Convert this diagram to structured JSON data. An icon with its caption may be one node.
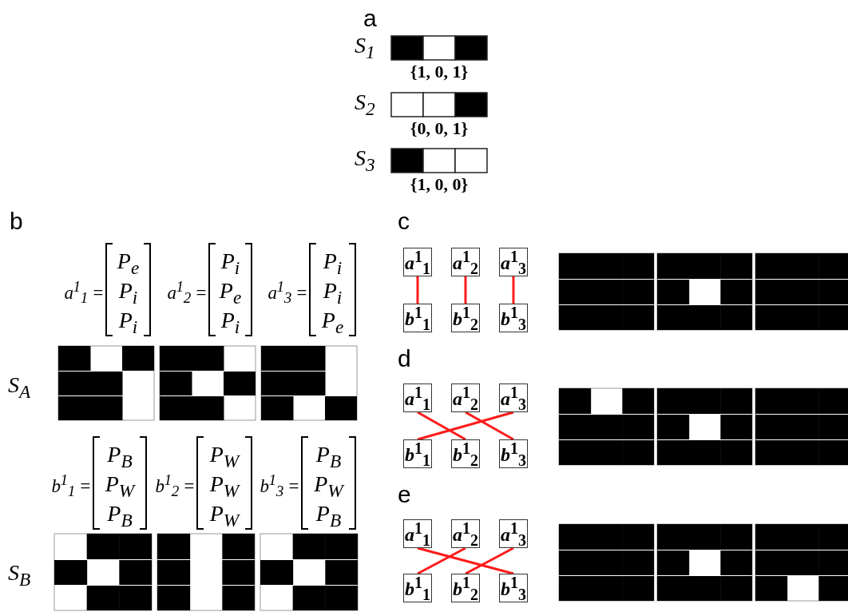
{
  "diagram": {
    "nodes": [
      {
        "text": [
          "*a*$^{1}$$_{1}$"
        ]
      },
      {
        "text": [
          "*a*$^{1}$$_{2}$"
        ]
      },
      {
        "text": [
          "*a*$^{1}$$_{3}$"
        ]
      },
      {
        "text": [
          "*b*$^{1}$$_{1}$"
        ]
      },
      {
        "text": [
          "*b*$^{1}$$_{2}$"
        ]
      },
      {
        "text": [
          "*b*$^{1}$$_{3}$"
        ]
      },
      {
        "text": [
          "*a*$^{1}$$_{1}$"
        ]
      },
      {
        "text": [
          "*a*$^{1}$$_{2}$"
        ]
      },
      {
        "text": [
          "*a*$^{1}$$_{3}$"
        ]
      },
      {
        "text": [
          "*b*$^{1}$$_{1}$"
        ]
      },
      {
        "text": [
          "*b*$^{1}$$_{2}$"
        ]
      },
      {
        "text": [
          "*b*$^{1}$$_{3}$"
        ]
      },
      {
        "text": [
          "*a*$^{1}$$_{1}$"
        ]
      },
      {
        "text": [
          "*a*$^{1}$$_{2}$"
        ]
      },
      {
        "text": [
          "*a*$^{1}$$_{3}$"
        ]
      },
      {
        "text": [
          "*b*$^{1}$$_{1}$"
        ]
      },
      {
        "text": [
          "*b*$^{1}$$_{2}$"
        ]
      },
      {
        "text": [
          "*b*$^{1}$$_{3}$"
        ]
      }
    ],
    "edges": [
      {
        "from": 0,
        "to": 3,
        "arrow": "none"
      },
      {
        "from": 1,
        "to": 4,
        "arrow": "none"
      },
      {
        "from": 2,
        "to": 5,
        "arrow": "none"
      },
      {
        "from": 6,
        "to": 10,
        "arrow": "none"
      },
      {
        "from": 7,
        "to": 11,
        "arrow": "none"
      },
      {
        "from": 8,
        "to": 9,
        "arrow": "none"
      },
      {
        "from": 12,
        "to": 17,
        "arrow": "none"
      },
      {
        "from": 13,
        "to": 15,
        "arrow": "none"
      },
      {
        "from": 14,
        "to": 16,
        "arrow": "none"
      }
    ],
    "labels": [
      "a",
      "S$_{1}$",
      "{1, 0, 1}",
      "S$_{2}$",
      "{0, 0, 1}",
      "S$_{3}$",
      "{1, 0, 0}",
      "b",
      "a$^{1}$$_{1}$ =",
      "P$_{e}$",
      "P$_{i}$",
      "P$_{i}$",
      "a$^{1}$$_{2}$ =",
      "P$_{i}$",
      "P$_{e}$",
      "P$_{i}$",
      "a$^{1}$$_{3}$ =",
      "P$_{i}$",
      "P$_{i}$",
      "P$_{e}$",
      "S$_{A}$",
      "b$^{1}$$_{1}$ =",
      "P$_{B}$",
      "P$_{W}$",
      "P$_{B}$",
      "b$^{1}$$_{2}$ =",
      "P$_{W}$",
      "P$_{W}$",
      "P$_{W}$",
      "b$^{1}$$_{3}$ =",
      "P$_{B}$",
      "P$_{W}$",
      "P$_{B}$",
      "S$_{B}$",
      "c",
      "d",
      "e"
    ]
  }
}
